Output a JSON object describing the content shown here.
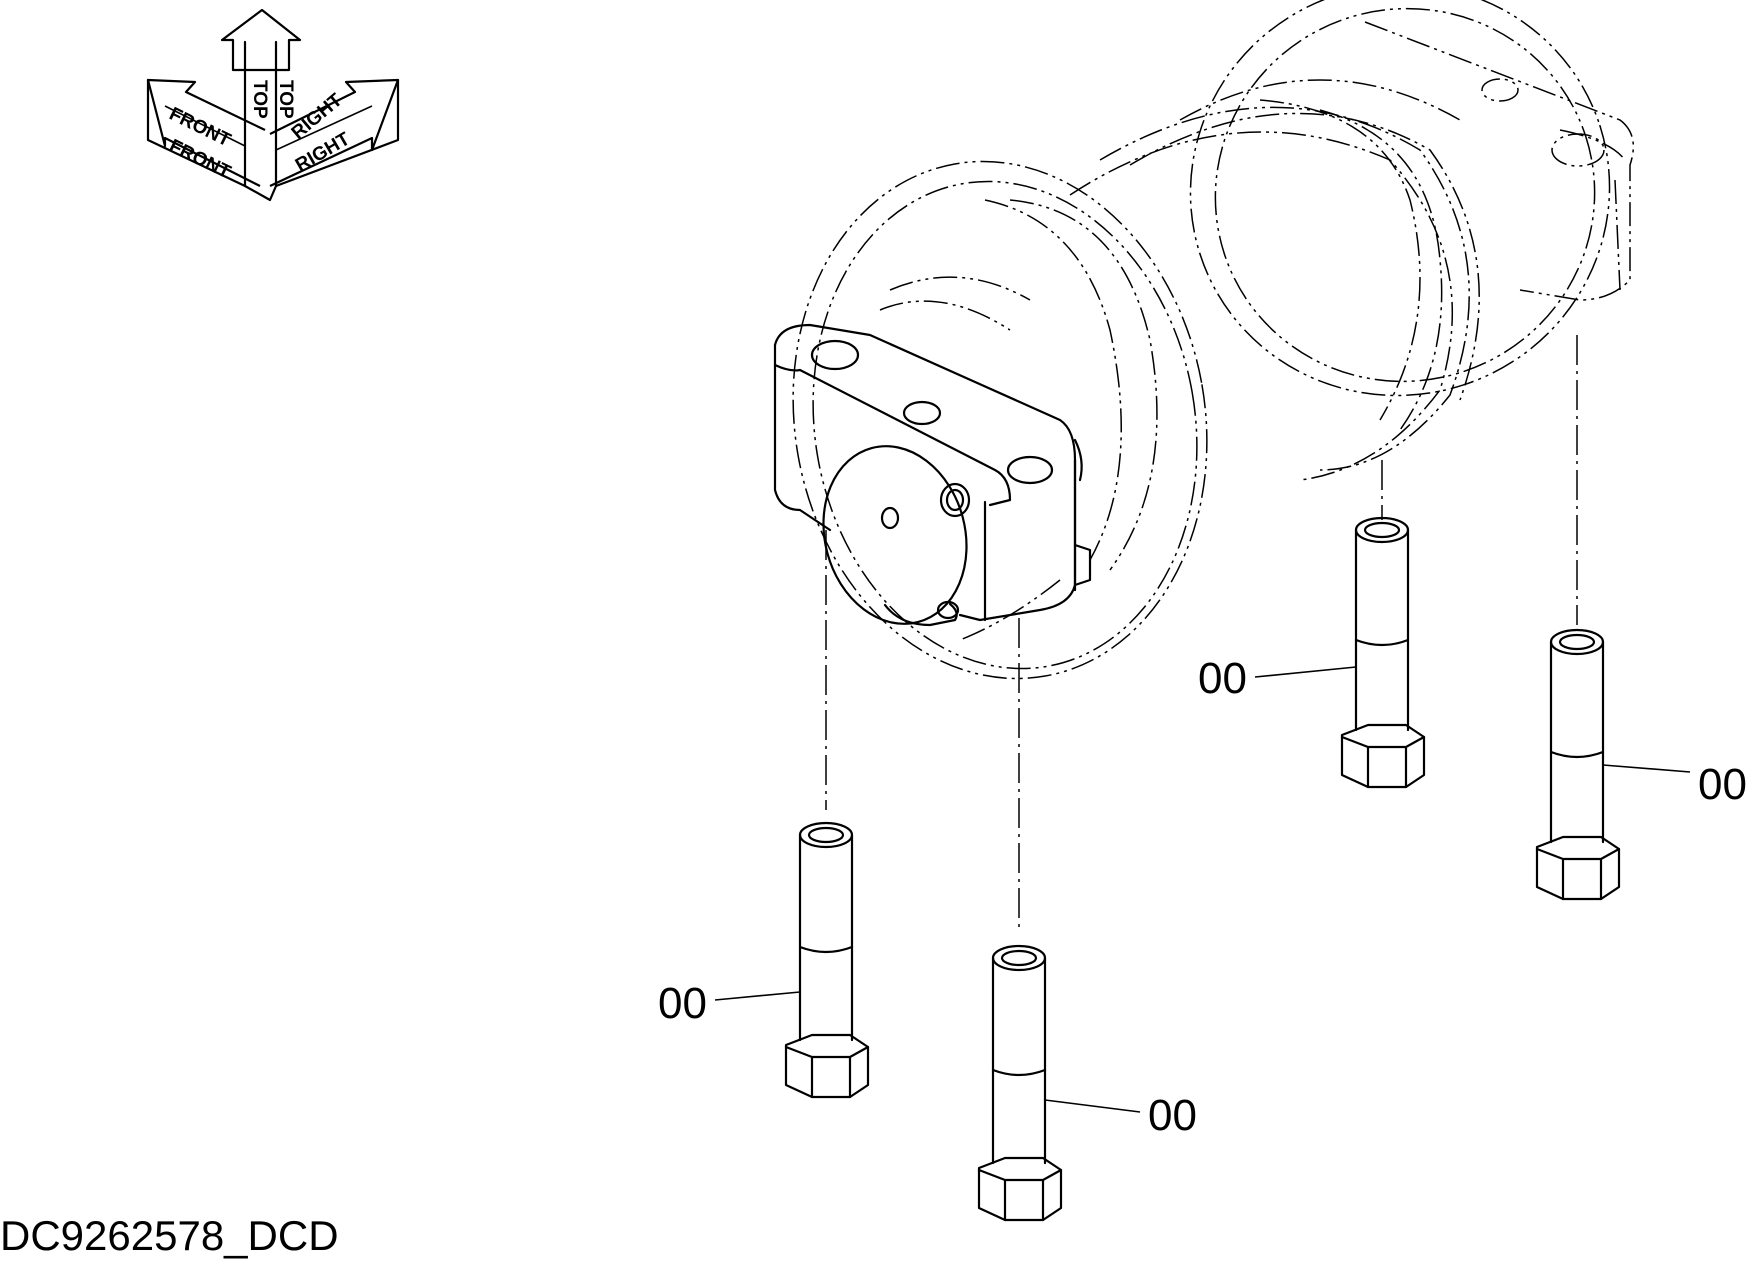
{
  "orientation": {
    "front": "FRONT",
    "top": "TOP",
    "right": "RIGHT"
  },
  "callouts": [
    {
      "id": "bolt-1",
      "label": "00"
    },
    {
      "id": "bolt-2",
      "label": "00"
    },
    {
      "id": "bolt-3",
      "label": "00"
    },
    {
      "id": "bolt-4",
      "label": "00"
    }
  ],
  "drawing_code": "DC9262578_DCD"
}
